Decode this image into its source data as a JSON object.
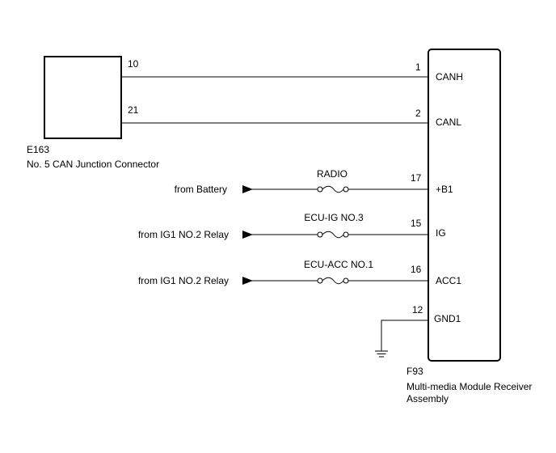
{
  "connectors": {
    "left": {
      "id": "E163",
      "name": "No. 5 CAN Junction Connector",
      "pins": [
        "10",
        "21"
      ]
    },
    "right": {
      "id": "F93",
      "name_line1": "Multi-media Module Receiver",
      "name_line2": "Assembly",
      "pins": [
        "1",
        "2",
        "17",
        "15",
        "16",
        "12"
      ],
      "terminals": [
        "CANH",
        "CANL",
        "+B1",
        "IG",
        "ACC1",
        "GND1"
      ]
    }
  },
  "supplies": [
    {
      "source": "from Battery",
      "fuse": "RADIO"
    },
    {
      "source": "from IG1 NO.2 Relay",
      "fuse": "ECU-IG NO.3"
    },
    {
      "source": "from IG1 NO.2 Relay",
      "fuse": "ECU-ACC NO.1"
    }
  ]
}
